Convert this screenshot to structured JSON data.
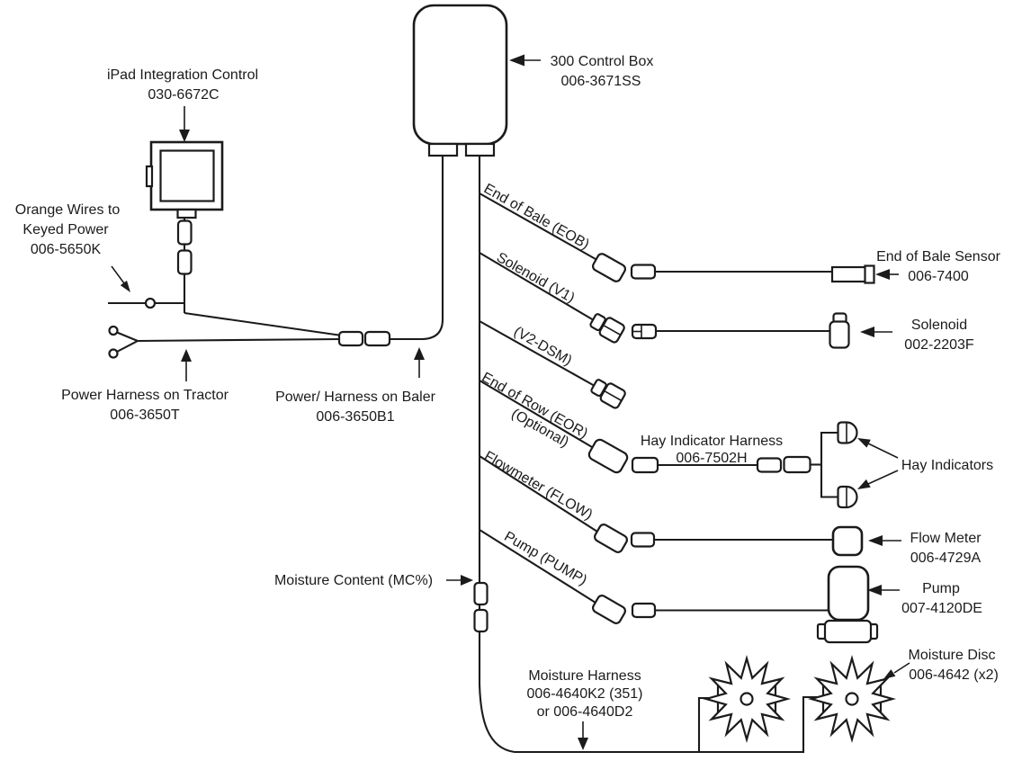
{
  "diagram": {
    "control_box": {
      "name": "300 Control Box",
      "part": "006-3671SS"
    },
    "ipad_control": {
      "name": "iPad Integration Control",
      "part": "030-6672C"
    },
    "keyed_power": {
      "line1": "Orange Wires to",
      "line2": "Keyed Power",
      "part": "006-5650K"
    },
    "tractor_harness": {
      "name": "Power Harness on Tractor",
      "part": "006-3650T"
    },
    "baler_harness": {
      "name": "Power/ Harness on Baler",
      "part": "006-3650B1"
    },
    "wires": {
      "eob": "End of Bale (EOB)",
      "v1": "Solenoid (V1)",
      "v2": "(V2-DSM)",
      "eor": "End of Row (EOR)",
      "eor_note": "(Optional)",
      "flow": "Flowmeter (FLOW)",
      "pump": "Pump (PUMP)",
      "mc": "Moisture Content (MC%)"
    },
    "eob_sensor": {
      "name": "End of Bale Sensor",
      "part": "006-7400"
    },
    "solenoid": {
      "name": "Solenoid",
      "part": "002-2203F"
    },
    "hay_harness": {
      "name": "Hay Indicator Harness",
      "part": "006-7502H"
    },
    "hay_indicators": {
      "name": "Hay Indicators"
    },
    "flow_meter": {
      "name": "Flow Meter",
      "part": "006-4729A"
    },
    "pump": {
      "name": "Pump",
      "part": "007-4120DE"
    },
    "moisture_harness": {
      "line1": "Moisture Harness",
      "line2": "006-4640K2 (351)",
      "line3": "or 006-4640D2"
    },
    "moisture_disc": {
      "name": "Moisture Disc",
      "part": "006-4642 (x2)"
    }
  },
  "colors": {
    "line": "#1b1b1b",
    "background": "#ffffff"
  }
}
